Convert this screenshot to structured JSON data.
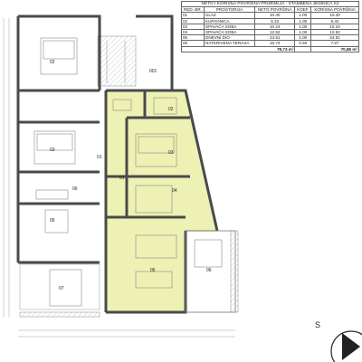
{
  "table": {
    "caption": "NETO I KORISNA POVRŠINA PRIZEMLJA - STAMBENA JEDINICA S2",
    "headers": {
      "redbr": "RED. BR.",
      "prostorija": "PROSTORIJA",
      "neto": "NETO POVRŠINA",
      "koef": "KOEF.",
      "korisna": "KORISNA POVRŠINA"
    },
    "rows": [
      {
        "no": "01",
        "name": "ULAZ",
        "neto": "10.40",
        "koef": "1.00",
        "korisna": "10.40"
      },
      {
        "no": "02",
        "name": "KUPAONICA",
        "neto": "5.32",
        "koef": "1.00",
        "korisna": "5.32"
      },
      {
        "no": "03",
        "name": "SPAVAĆA SOBA",
        "neto": "10.24",
        "koef": "1.00",
        "korisna": "10.24"
      },
      {
        "no": "04",
        "name": "SPAVAĆA SOBA",
        "neto": "12.52",
        "koef": "1.00",
        "korisna": "12.52"
      },
      {
        "no": "05",
        "name": "DNEVNI DIO",
        "neto": "24.51",
        "koef": "1.00",
        "korisna": "24.51"
      },
      {
        "no": "06",
        "name": "NATKRIVENA TERASA",
        "neto": "15.74",
        "koef": "0.50",
        "korisna": "7.87"
      }
    ],
    "total_neto": "78,73 m²",
    "total_korisna": "70,86 m²"
  },
  "rooms_s2": {
    "r01": "01",
    "r02": "02",
    "r03": "03",
    "r04": "04",
    "r05": "05",
    "r06": "06"
  },
  "rooms_other": {
    "r02": "02",
    "r03": "03",
    "r05": "05",
    "r01": "01",
    "r06": "06",
    "r07": "07"
  },
  "misc": {
    "g001": "001",
    "compass": "S"
  },
  "colors": {
    "unit": "#eef1b4",
    "wall": "#4a4a4a",
    "line": "#777777",
    "hatch": "#9a9a9a"
  }
}
